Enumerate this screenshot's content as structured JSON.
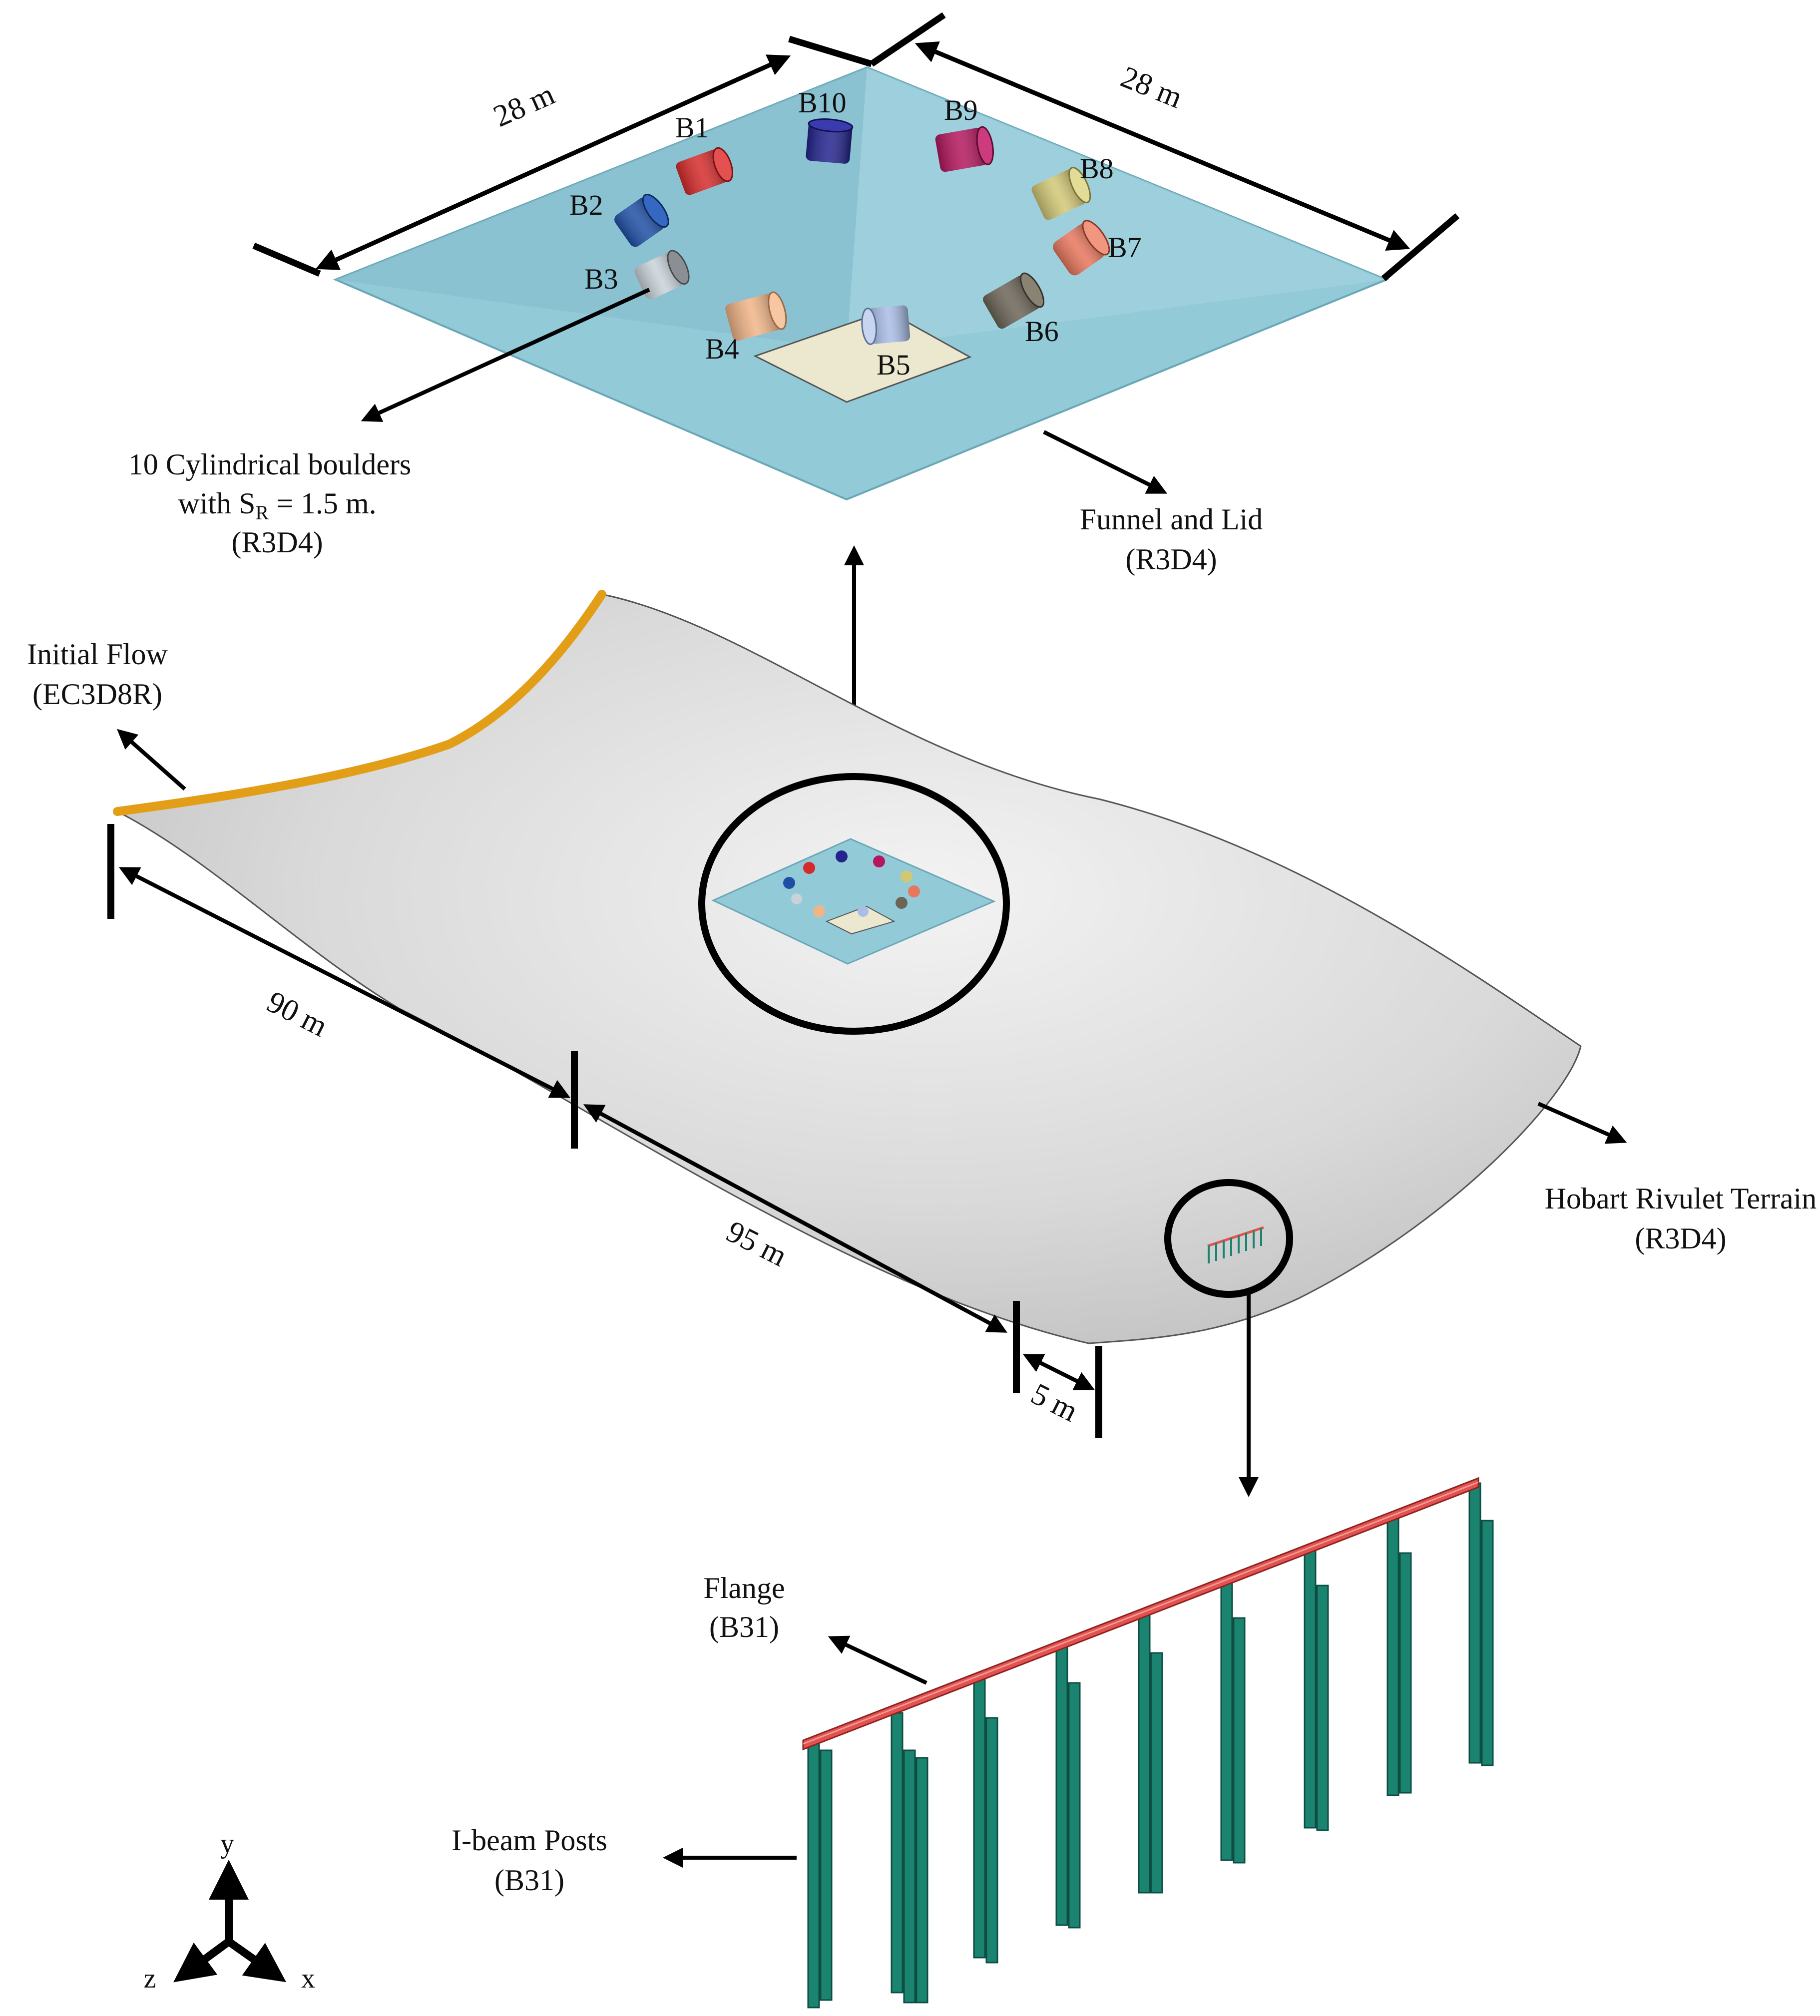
{
  "boulder_panel": {
    "dimension_left": "28 m",
    "dimension_right": "28 m",
    "boulders": [
      {
        "label": "B1",
        "color": "#d62b2b"
      },
      {
        "label": "B2",
        "color": "#1f4fa5"
      },
      {
        "label": "B3",
        "color": "#c9d2d8"
      },
      {
        "label": "B4",
        "color": "#f0b487"
      },
      {
        "label": "B5",
        "color": "#a9bde6"
      },
      {
        "label": "B6",
        "color": "#6b6457"
      },
      {
        "label": "B7",
        "color": "#e7765d"
      },
      {
        "label": "B8",
        "color": "#d1c775"
      },
      {
        "label": "B9",
        "color": "#b4175e"
      },
      {
        "label": "B10",
        "color": "#24248f"
      }
    ],
    "boulders_caption": {
      "line1": "10 Cylindrical boulders",
      "line2_prefix": "with S",
      "line2_sub": "R",
      "line2_suffix": " = 1.5 m.",
      "line3": "(R3D4)"
    },
    "funnel_caption": {
      "line1": "Funnel and Lid",
      "line2": "(R3D4)"
    },
    "funnel_color": "#93cad8"
  },
  "terrain": {
    "initial_flow": {
      "line1": "Initial Flow",
      "line2": "(EC3D8R)",
      "color": "#e39e18"
    },
    "terrain_caption": {
      "line1": "Hobart Rivulet Terrain",
      "line2": "(R3D4)"
    },
    "dimensions": {
      "d1": "90 m",
      "d2": "95 m",
      "d3": "5 m"
    }
  },
  "barrier": {
    "flange": {
      "line1": "Flange",
      "line2": "(B31)",
      "color": "#e2524f"
    },
    "posts": {
      "line1": "I-beam Posts",
      "line2": "(B31)",
      "color": "#1b8470"
    }
  },
  "axes": {
    "y": "y",
    "z": "z",
    "x": "x"
  }
}
